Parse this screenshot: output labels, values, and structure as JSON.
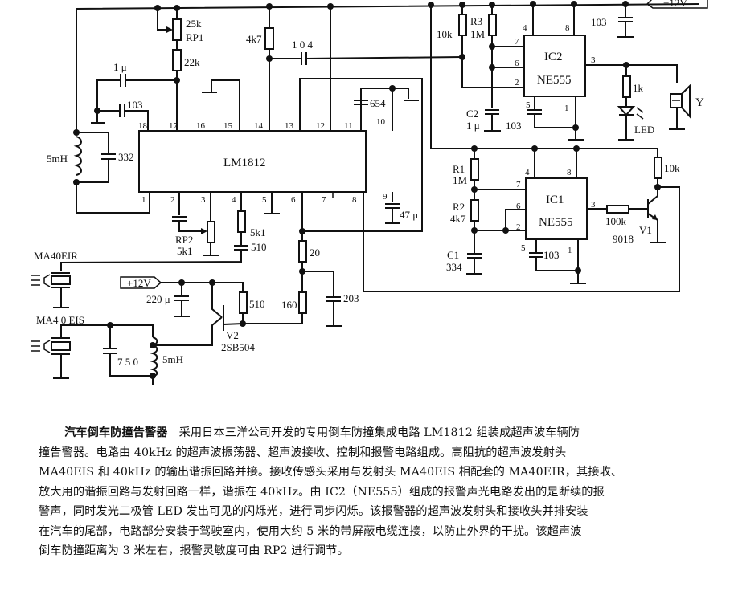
{
  "diagram": {
    "title": "汽车倒车防撞告警器电路",
    "supply_label": "+12V",
    "ics": [
      {
        "ref": "LM1812",
        "label": "LM1812"
      },
      {
        "ref": "IC2",
        "label": "IC2",
        "part": "NE555"
      },
      {
        "ref": "IC1",
        "label": "IC1",
        "part": "NE555"
      }
    ],
    "lm1812_pins_top": [
      "18",
      "17",
      "16",
      "15",
      "14",
      "13",
      "12",
      "11",
      "10"
    ],
    "lm1812_pins_bottom": [
      "1",
      "2",
      "3",
      "4",
      "5",
      "6",
      "7",
      "8",
      "9"
    ],
    "ic2_pins": {
      "p4": "4",
      "p8": "8",
      "p7": "7",
      "p6": "6",
      "p2": "2",
      "p3": "3",
      "p5": "5",
      "p1": "1"
    },
    "ic1_pins": {
      "p4": "4",
      "p8": "8",
      "p7": "7",
      "p6": "6",
      "p2": "2",
      "p3": "3",
      "p5": "5",
      "p1": "1"
    },
    "components": {
      "rp1_value": "25k",
      "rp1_ref": "RP1",
      "r_22k": "22k",
      "c_1u": "1 μ",
      "c_103_left": "103",
      "l_5mh_top": "5mH",
      "c_332": "332",
      "r_4k7_top": "4k7",
      "c_104": "1 0 4",
      "c_654": "654",
      "c_47u": "47 μ",
      "r_10k_ic2": "10k",
      "r3_ref": "R3",
      "r3_value": "1M",
      "c_103_top": "103",
      "c2_ref": "C2",
      "c2_value": "1 μ",
      "c_103_ic2": "103",
      "r_1k": "1k",
      "led_label": "LED",
      "speaker_label": "Y",
      "r1_ref": "R1",
      "r1_value": "1M",
      "r2_ref": "R2",
      "r2_value": "4k7",
      "c1_ref": "C1",
      "c1_value": "334",
      "c_103_ic1": "103",
      "r_100k": "100k",
      "r_10k_v1": "10k",
      "v1_ref": "V1",
      "v1_part": "9018",
      "rp2_ref": "RP2",
      "rp2_value": "5k1",
      "r_5k1": "5k1",
      "c_510": "510",
      "receiver_label": "MA40EIR",
      "transmitter_label": "MA4 0 EIS",
      "r_20": "20",
      "r_160": "160",
      "c_203": "203",
      "c_220u": "220 μ",
      "r_510": "510",
      "v2_ref": "V2",
      "v2_part": "2SB504",
      "c_750": "7 5 0",
      "l_5mh_bottom": "5mH"
    }
  },
  "caption": {
    "title": "汽车倒车防撞告警器",
    "lines": [
      "采用日本三洋公司开发的专用倒车防撞集成电路 LM1812 组装成超声波车辆防",
      "撞告警器。电路由 40kHz 的超声波振荡器、超声波接收、控制和报警电路组成。高阻抗的超声波发射头",
      "MA40EIS 和 40kHz 的输出谐振回路并接。接收传感头采用与发射头 MA40EIS 相配套的 MA40EIR，其接收、",
      "放大用的谐振回路与发射回路一样，谐振在 40kHz。由 IC2（NE555）组成的报警声光电路发出的是断续的报",
      "警声，同时发光二极管 LED 发出可见的闪烁光，进行同步闪烁。该报警器的超声波发射头和接收头并排安装",
      "在汽车的尾部，电路部分安装于驾驶室内，使用大约 5 米的带屏蔽电缆连接，以防止外界的干扰。该超声波",
      "倒车防撞距离为 3 米左右，报警灵敏度可由 RP2 进行调节。"
    ]
  }
}
